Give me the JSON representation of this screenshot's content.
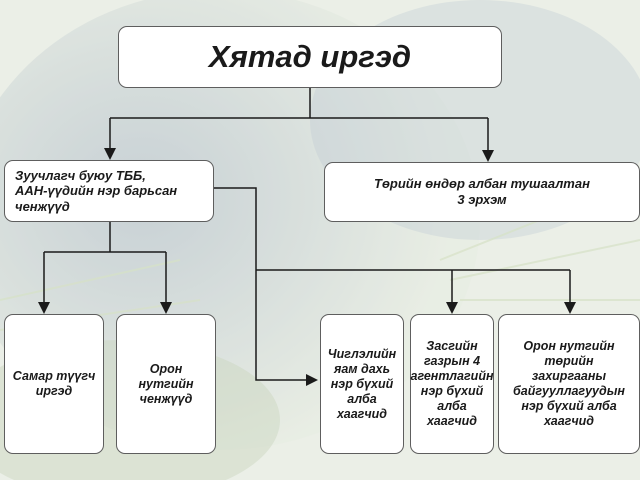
{
  "title": "Хятад иргэд",
  "branches": {
    "left": "Зуучлагч буюу ТББ,\nААН-үүдийн нэр барьсан\nченжүүд",
    "right": "Төрийн өндөр албан тушаалтан\n3 эрхэм"
  },
  "leaves": [
    "Самар түүгч\nиргэд",
    "Орон\nнутгийн\nченжүүд",
    "Чиглэлийн\nяам дахь\nнэр бүхий\nалба\nхаагчид",
    "Засгийн\nгазрын 4\nагентлагийн\nнэр бүхий\nалба\nхаагчид",
    "Орон нутгийн\nтөрийн\nзахиргааны\nбайгууллагуудын\nнэр бүхий алба\nхаагчид"
  ],
  "colors": {
    "box_fill": "#ffffff",
    "box_border": "#5e5e5e",
    "connector": "#1a1a1a",
    "text": "#1a1a1a"
  }
}
